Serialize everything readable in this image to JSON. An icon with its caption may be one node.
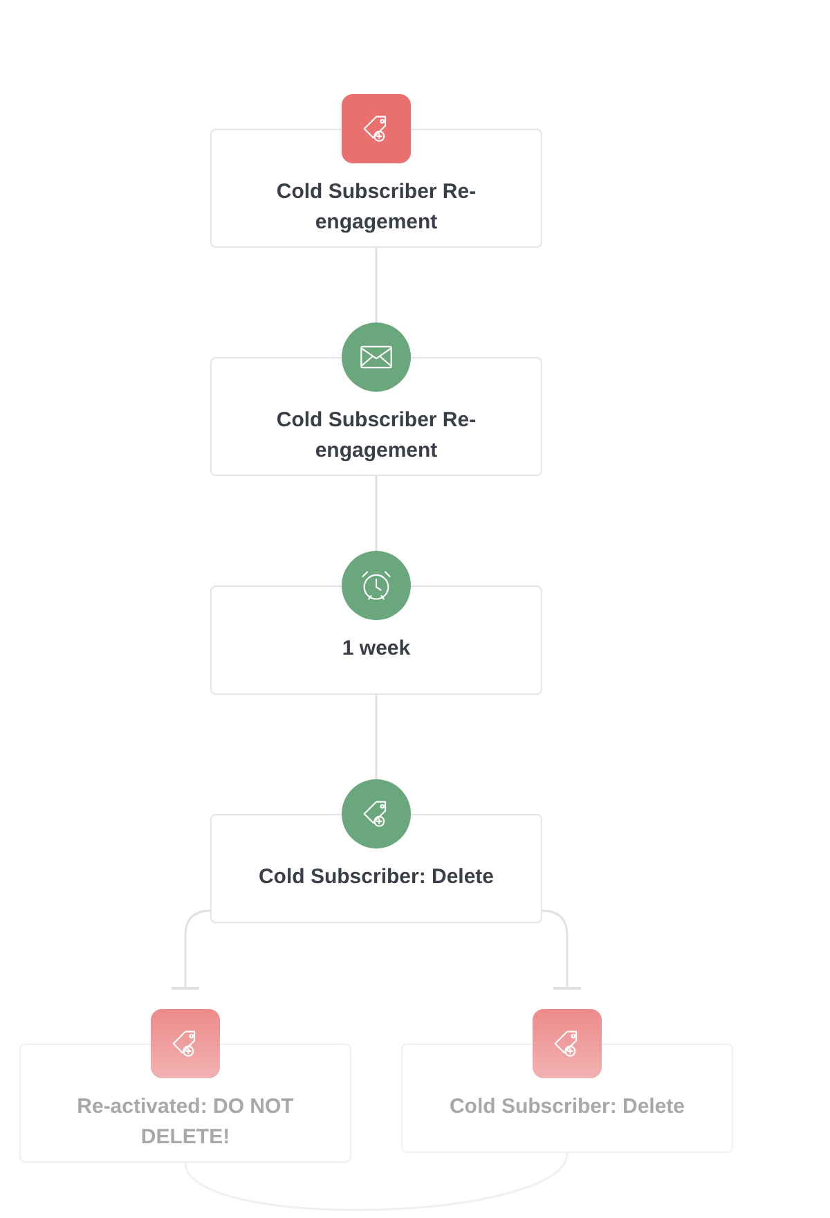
{
  "diagram": {
    "nodes": [
      {
        "text": [
          "Cold Subscriber Re-engagement"
        ]
      },
      {
        "text": [
          "Cold Subscriber Re-engagement"
        ]
      },
      {
        "text": [
          "1 week"
        ]
      },
      {
        "text": [
          "Cold Subscriber: Delete"
        ]
      },
      {
        "text": [
          "Re-activated: DO NOT DELETE!"
        ]
      },
      {
        "text": [
          "Cold Subscriber: Delete"
        ]
      }
    ],
    "edges": [
      {
        "from": 0,
        "to": 1,
        "arrow": "none"
      },
      {
        "from": 1,
        "to": 2,
        "arrow": "none"
      },
      {
        "from": 2,
        "to": 3,
        "arrow": "none"
      },
      {
        "from": 3,
        "to": 4,
        "arrow": "other"
      },
      {
        "from": 3,
        "to": 5,
        "arrow": "other"
      },
      {
        "from": 4,
        "to": 5,
        "arrow": "none",
        "color": "#f0f0f0"
      }
    ]
  }
}
